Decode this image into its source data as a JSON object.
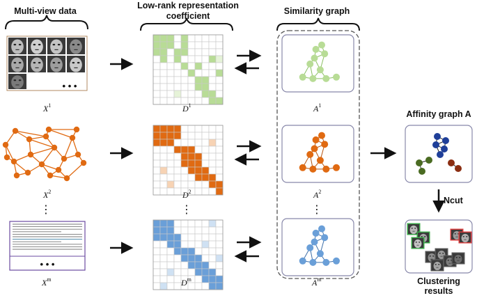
{
  "headers": {
    "multiview": "Multi-view data",
    "lowrank_line1": "Low-rank representation",
    "lowrank_line2": "coefficient",
    "similarity": "Similarity graph",
    "affinity": "Affinity graph A",
    "clustering_line1": "Clustering",
    "clustering_line2": "results"
  },
  "ncut_label": "Ncut",
  "ellipsis_dots": "• • •",
  "vertical_ellipsis": "⋮",
  "views": [
    {
      "x_base": "X",
      "x_sup": "1",
      "d_base": "D",
      "d_sup": "1",
      "a_base": "A",
      "a_sup": "1",
      "color": "#b8dc96",
      "light": "#e6f3d8"
    },
    {
      "x_base": "X",
      "x_sup": "2",
      "d_base": "D",
      "d_sup": "2",
      "a_base": "A",
      "a_sup": "2",
      "color": "#e06a12",
      "light": "#f7d3b4"
    },
    {
      "x_base": "X",
      "x_sup": "m",
      "d_base": "D",
      "d_sup": "m",
      "a_base": "A",
      "a_sup": "m",
      "color": "#6a9fd8",
      "light": "#cfe1f3"
    }
  ],
  "affinity_colors": [
    "#1f3f99",
    "#4a6b22",
    "#8b2e12"
  ],
  "colors": {
    "line": "#222222",
    "border": "#8888aa",
    "doc_border": "#6a4aa0",
    "face_frame_green": "#3ca84a",
    "face_frame_red": "#d83c3c"
  }
}
